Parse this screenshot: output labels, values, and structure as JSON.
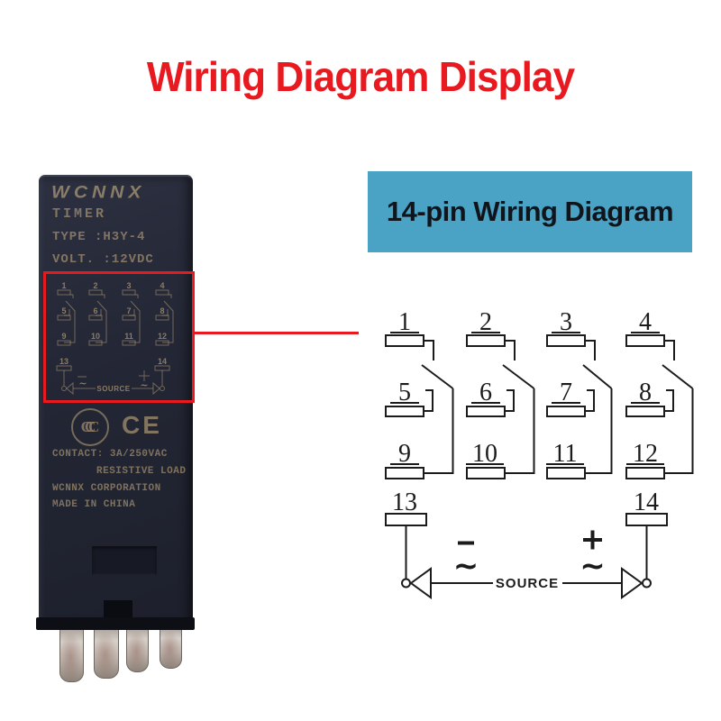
{
  "title": "Wiring Diagram Display",
  "banner": {
    "label": "14-pin Wiring Diagram"
  },
  "device": {
    "brand": "WCNNX",
    "product": "TIMER",
    "type_line": "TYPE :H3Y-4",
    "volt_line": "VOLT. :12VDC",
    "cert_ccc": "CCC",
    "cert_ce": "CE",
    "contact_line": "CONTACT: 3A/250VAC",
    "load_line": "RESISTIVE LOAD",
    "corp_line": "WCNNX CORPORATION",
    "origin_line": "MADE IN CHINA",
    "panel": {
      "pins": [
        "1",
        "2",
        "3",
        "4",
        "5",
        "6",
        "7",
        "8",
        "9",
        "10",
        "11",
        "12",
        "13",
        "14"
      ],
      "source": "SOURCE",
      "minus": "-",
      "plus": "+",
      "ac": "~"
    }
  },
  "diagram": {
    "pins": [
      "1",
      "2",
      "3",
      "4",
      "5",
      "6",
      "7",
      "8",
      "9",
      "10",
      "11",
      "12",
      "13",
      "14"
    ],
    "source": "SOURCE",
    "minus": "-",
    "plus": "+",
    "ac": "~",
    "power_pins": [
      "13",
      "14"
    ]
  },
  "colors": {
    "accent_red": "#e8191f",
    "banner_bg": "#4aa3c4",
    "diagram_line": "#1b1b1b",
    "device_body": "#232634"
  }
}
